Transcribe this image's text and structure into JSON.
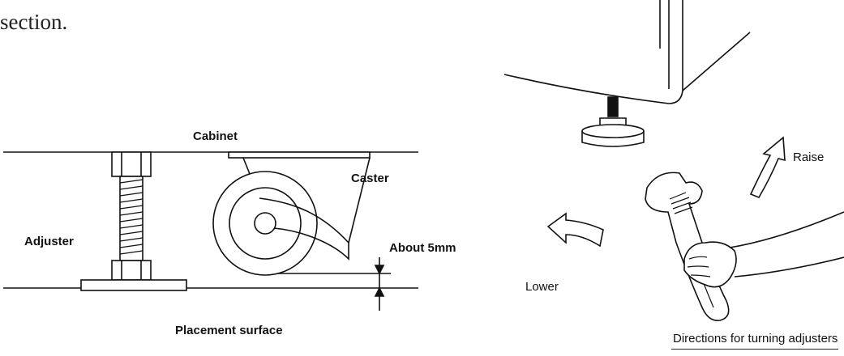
{
  "intro_text": "section.",
  "left_figure": {
    "cabinet_label": "Cabinet",
    "caster_label": "Caster",
    "adjuster_label": "Adjuster",
    "gap_label": "About 5mm",
    "surface_label": "Placement surface"
  },
  "right_figure": {
    "raise_label": "Raise",
    "lower_label": "Lower",
    "caption": "Directions for turning adjusters"
  },
  "colors": {
    "ink": "#111111",
    "fill": "#ffffff"
  }
}
